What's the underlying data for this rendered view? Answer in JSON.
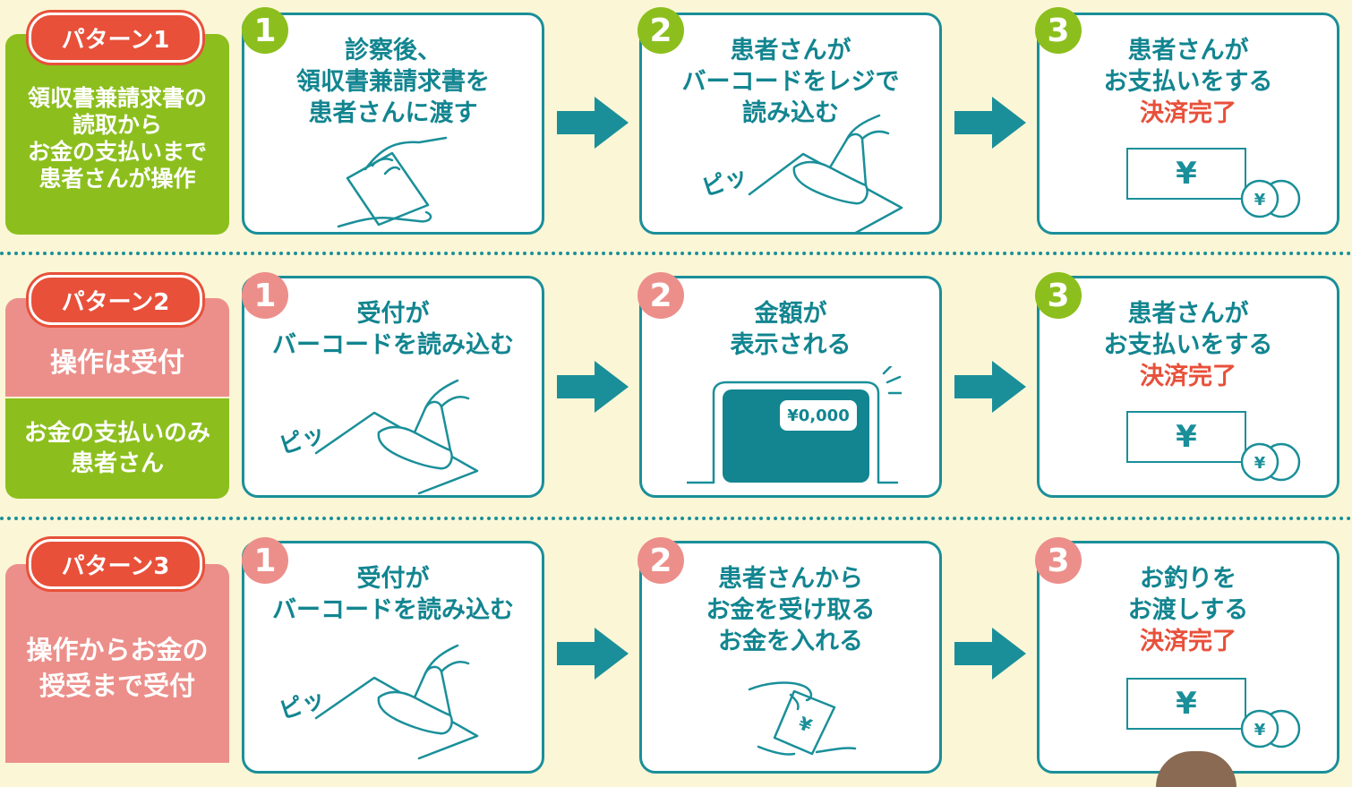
{
  "patterns": [
    {
      "badge": "パターン1",
      "color": "green",
      "description": [
        "領収書兼請求書の",
        "読取から",
        "お金の支払いまで",
        "患者さんが操作"
      ],
      "steps": [
        {
          "num": "1",
          "lines": [
            "診察後、",
            "領収書兼請求書を",
            "患者さんに渡す"
          ],
          "highlight": ""
        },
        {
          "num": "2",
          "lines": [
            "患者さんが",
            "バーコードをレジで",
            "読み込む"
          ],
          "highlight": "",
          "sound": "ピッ"
        },
        {
          "num": "3",
          "lines": [
            "患者さんが",
            "お支払いをする"
          ],
          "highlight": "決済完了"
        }
      ]
    },
    {
      "badge": "パターン2",
      "top_label": "操作は受付",
      "bottom_label": [
        "お金の支払いのみ",
        "患者さん"
      ],
      "steps": [
        {
          "num": "1",
          "lines": [
            "受付が",
            "バーコードを読み込む"
          ],
          "highlight": "",
          "sound": "ピッ"
        },
        {
          "num": "2",
          "lines": [
            "金額が",
            "表示される"
          ],
          "highlight": "",
          "screen_amount": "¥0,000"
        },
        {
          "num": "3",
          "lines": [
            "患者さんが",
            "お支払いをする"
          ],
          "highlight": "決済完了"
        }
      ]
    },
    {
      "badge": "パターン3",
      "description": [
        "操作からお金の",
        "授受まで受付"
      ],
      "steps": [
        {
          "num": "1",
          "lines": [
            "受付が",
            "バーコードを読み込む"
          ],
          "highlight": "",
          "sound": "ピッ"
        },
        {
          "num": "2",
          "lines": [
            "患者さんから",
            "お金を受け取る",
            "お金を入れる"
          ],
          "highlight": ""
        },
        {
          "num": "3",
          "lines": [
            "お釣りを",
            "お渡しする"
          ],
          "highlight": "決済完了"
        }
      ]
    }
  ],
  "yen_symbol": "¥",
  "colors": {
    "teal": "#1a8f99",
    "green": "#8cbf1d",
    "pink": "#ec8f8a",
    "red": "#e8503a",
    "bg": "#fbf6d6"
  }
}
